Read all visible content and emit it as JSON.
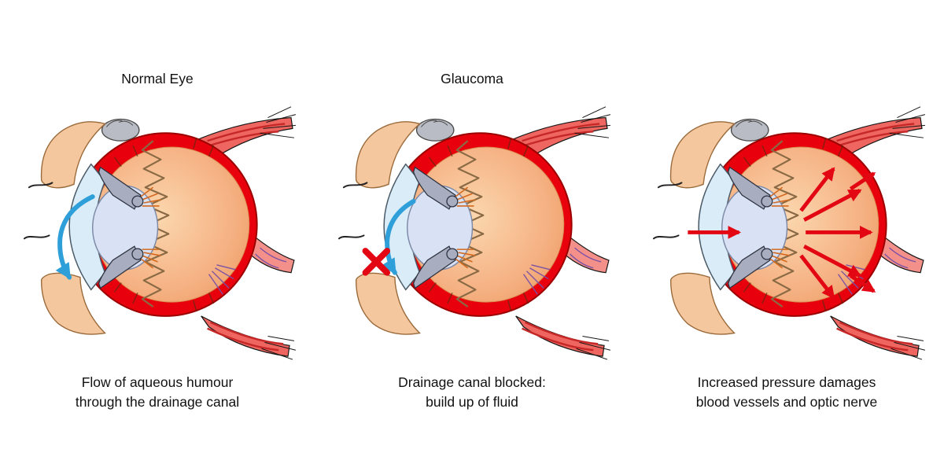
{
  "panels": [
    {
      "id": "normal-eye",
      "title": "Normal Eye",
      "caption": [
        "Flow of aqueous humour",
        "through the drainage canal"
      ],
      "marker_icon": "aqueous-flow-arrow"
    },
    {
      "id": "glaucoma",
      "title": "Glaucoma",
      "caption": [
        "Drainage canal blocked:",
        "build up of fluid"
      ],
      "marker_icon": "blocked-drainage-x"
    },
    {
      "id": "pressure-damage",
      "title": "",
      "caption": [
        "Increased pressure damages",
        "blood vessels and optic nerve"
      ],
      "marker_icon": "pressure-arrows"
    }
  ],
  "colors": {
    "sclera_red": "#e8000d",
    "muscle_pink": "#ef6660",
    "interior_orange": "#f5b183",
    "cornea_blue": "#d9ecf8",
    "lens_blue": "#d9e2f4",
    "iris_gray": "#a8aec0",
    "skin_peach": "#f5c79e",
    "flow_arrow_blue": "#2e9fd8",
    "alert_red": "#e30613",
    "text": "#111111",
    "background": "#ffffff"
  }
}
